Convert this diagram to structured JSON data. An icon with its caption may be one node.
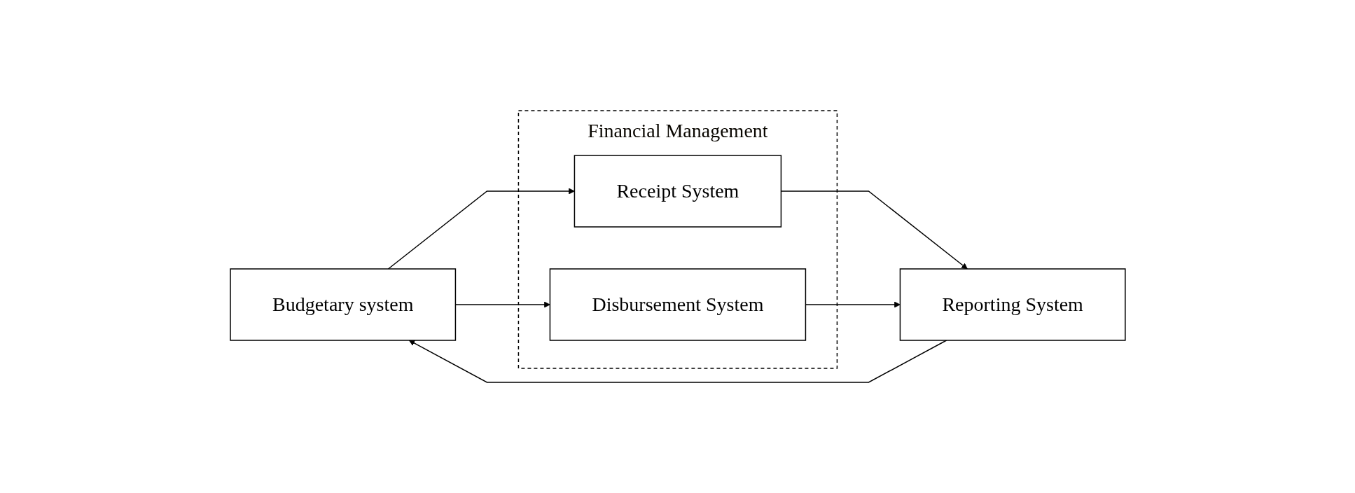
{
  "diagram": {
    "nodes": [
      {
        "text": [
          "Budgetary system"
        ]
      },
      {
        "text": [
          "Financial Management"
        ]
      },
      {
        "text": [
          "Receipt System"
        ],
        "in": 1
      },
      {
        "text": [
          "Disbursement System"
        ],
        "in": 1
      },
      {
        "text": [
          "Reporting System"
        ]
      }
    ],
    "edges": [
      {
        "from": 0,
        "to": 2,
        "arrow": "to"
      },
      {
        "from": 0,
        "to": 3,
        "arrow": "to"
      },
      {
        "from": 2,
        "to": 4,
        "arrow": "to"
      },
      {
        "from": 3,
        "to": 4,
        "arrow": "to"
      },
      {
        "from": 4,
        "to": 0,
        "arrow": "to"
      }
    ]
  }
}
